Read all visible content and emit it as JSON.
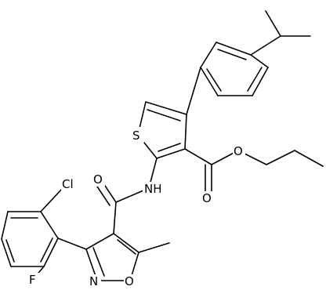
{
  "structure": {
    "atoms": {
      "sulfur": "S",
      "nh": "NH",
      "chlorine": "Cl",
      "fluorine": "F",
      "isoxazole_n": "N",
      "isoxazole_o": "O",
      "amide_o": "O",
      "ester_carbonyl_o": "O",
      "ester_o": "O"
    },
    "colors": {
      "bond": "#000000",
      "text": "#000000",
      "background": "#ffffff"
    }
  }
}
